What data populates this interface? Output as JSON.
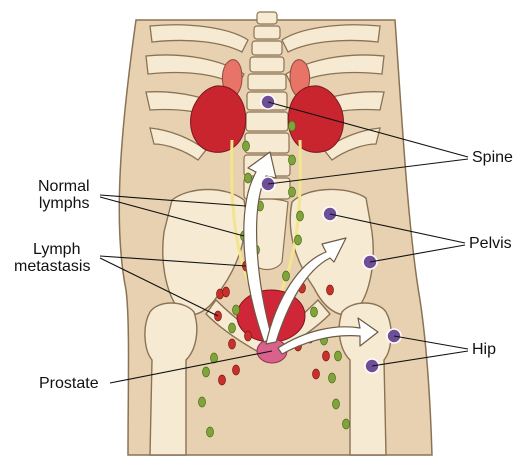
{
  "labels": {
    "normal_lymphs_line1": "Normal",
    "normal_lymphs_line2": "lymphs",
    "lymph_metastasis_line1": "Lymph",
    "lymph_metastasis_line2": "metastasis",
    "prostate": "Prostate",
    "spine": "Spine",
    "pelvis": "Pelvis",
    "hip": "Hip"
  },
  "colors": {
    "background": "#ffffff",
    "body_skin": "#e8d1b0",
    "bone": "#f6ead2",
    "outline": "#8a7355",
    "kidney": "#c8252f",
    "adrenal": "#e87468",
    "bladder": "#cf2638",
    "prostate": "#d9628c",
    "normal_lymph": "#7ea43a",
    "metastasis_lymph": "#c9302b",
    "bone_metastasis": "#6e4e96",
    "arrow_fill": "#ffffff"
  }
}
